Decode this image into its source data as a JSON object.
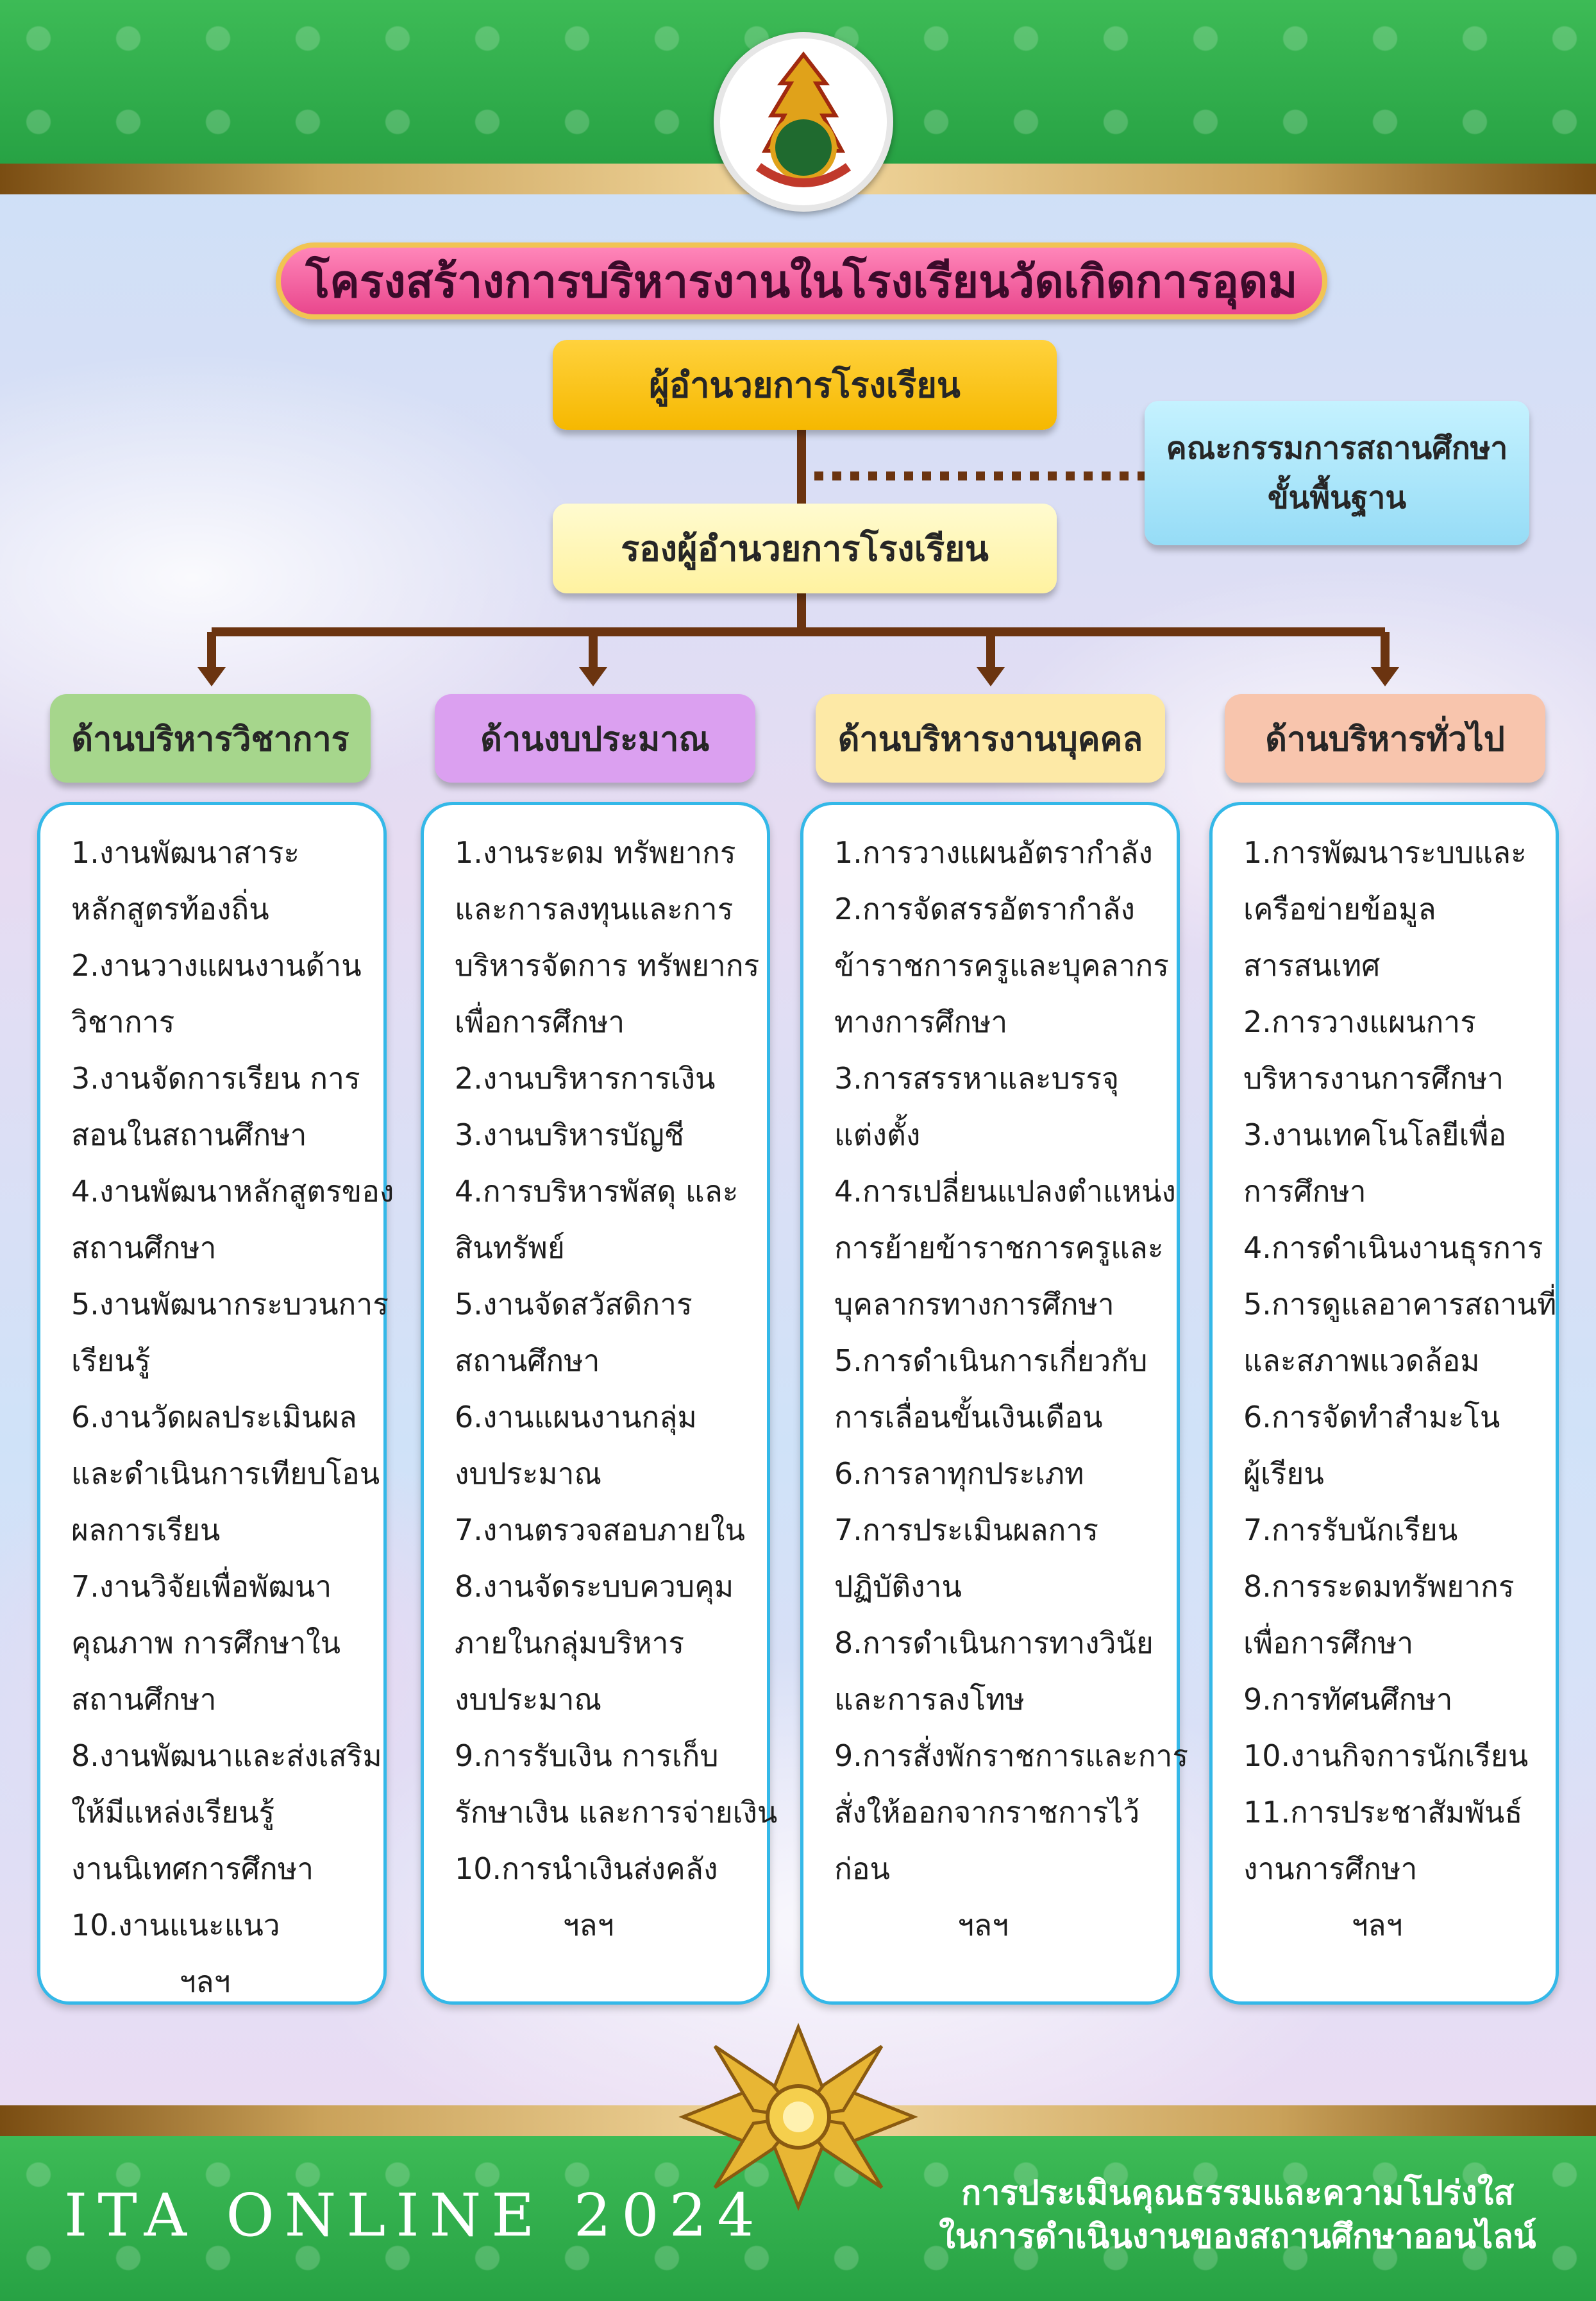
{
  "title": "โครงสร้างการบริหารงานในโรงเรียนวัดเกิดการอุดม",
  "director": "ผู้อำนวยการโรงเรียน",
  "deputy": "รองผู้อำนวยการโรงเรียน",
  "board": {
    "line1": "คณะกรรมการสถานศึกษา",
    "line2": "ขั้นพื้นฐาน"
  },
  "departments": [
    {
      "label": "ด้านบริหารวิชาการ",
      "color": "#a6d68c",
      "items": [
        "1.งานพัฒนาสาระ",
        "หลักสูตรท้องถิ่น",
        "2.งานวางแผนงานด้าน",
        "วิชาการ",
        "3.งานจัดการเรียน การ",
        "สอนในสถานศึกษา",
        "4.งานพัฒนาหลักสูตรของ",
        "สถานศึกษา",
        "5.งานพัฒนากระบวนการ",
        "เรียนรู้",
        "6.งานวัดผลประเมินผล",
        "และดำเนินการเทียบโอน",
        "ผลการเรียน",
        "7.งานวิจัยเพื่อพัฒนา",
        "คุณภาพ การศึกษาใน",
        "สถานศึกษา",
        "8.งานพัฒนาและส่งเสริม",
        "ให้มีแหล่งเรียนรู้",
        "งานนิเทศการศึกษา",
        "10.งานแนะแนว"
      ],
      "etc": "ฯลฯ"
    },
    {
      "label": "ด้านงบประมาณ",
      "color": "#dba0f0",
      "items": [
        "1.งานระดม ทรัพยากร",
        "และการลงทุนและการ",
        "บริหารจัดการ ทรัพยากร",
        "เพื่อการศึกษา",
        "2.งานบริหารการเงิน",
        "3.งานบริหารบัญชี",
        "4.การบริหารพัสดุ และ",
        "สินทรัพย์",
        "5.งานจัดสวัสดิการ",
        "สถานศึกษา",
        "6.งานแผนงานกลุ่ม",
        "งบประมาณ",
        "7.งานตรวจสอบภายใน",
        "8.งานจัดระบบควบคุม",
        "ภายในกลุ่มบริหาร",
        "งบประมาณ",
        "9.การรับเงิน การเก็บ",
        "รักษาเงิน และการจ่ายเงิน",
        "10.การนำเงินส่งคลัง"
      ],
      "etc": "ฯลฯ"
    },
    {
      "label": "ด้านบริหารงานบุคคล",
      "color": "#fde9a6",
      "items": [
        "1.การวางแผนอัตรากำลัง",
        "2.การจัดสรรอัตรากำลัง",
        "ข้าราชการครูและบุคลากร",
        "ทางการศึกษา",
        "3.การสรรหาและบรรจุ",
        "แต่งตั้ง",
        "4.การเปลี่ยนแปลงตำแหน่ง",
        "การย้ายข้าราชการครูและ",
        "บุคลากรทางการศึกษา",
        "5.การดำเนินการเกี่ยวกับ",
        "การเลื่อนขั้นเงินเดือน",
        "6.การลาทุกประเภท",
        "7.การประเมินผลการ",
        "ปฏิบัติงาน",
        "8.การดำเนินการทางวินัย",
        "และการลงโทษ",
        "9.การสั่งพักราชการและการ",
        "สั่งให้ออกจากราชการไว้",
        "ก่อน"
      ],
      "etc": "ฯลฯ"
    },
    {
      "label": "ด้านบริหารทั่วไป",
      "color": "#f8c5ad",
      "items": [
        "1.การพัฒนาระบบและ",
        "เครือข่ายข้อมูล",
        "สารสนเทศ",
        "2.การวางแผนการ",
        "บริหารงานการศึกษา",
        "3.งานเทคโนโลยีเพื่อ",
        "การศึกษา",
        "4.การดำเนินงานธุรการ",
        "5.การดูแลอาคารสถานที่",
        "และสภาพแวดล้อม",
        "6.การจัดทำสำมะโน",
        "ผู้เรียน",
        "7.การรับนักเรียน",
        "8.การระดมทรัพยากร",
        "เพื่อการศึกษา",
        "9.การทัศนศึกษา",
        "10.งานกิจการนักเรียน",
        "11.การประชาสัมพันธ์",
        "งานการศึกษา"
      ],
      "etc": "ฯลฯ"
    }
  ],
  "footer": {
    "left": "ITA ONLINE 2024",
    "right_line1": "การประเมินคุณธรรมและความโปร่งใส",
    "right_line2": "ในการดำเนินงานของสถานศึกษาออนไลน์"
  },
  "colors": {
    "band": "#2fae4a",
    "gold": "#caa25a",
    "connector": "#6b3410",
    "card_border": "#34b8e8"
  }
}
